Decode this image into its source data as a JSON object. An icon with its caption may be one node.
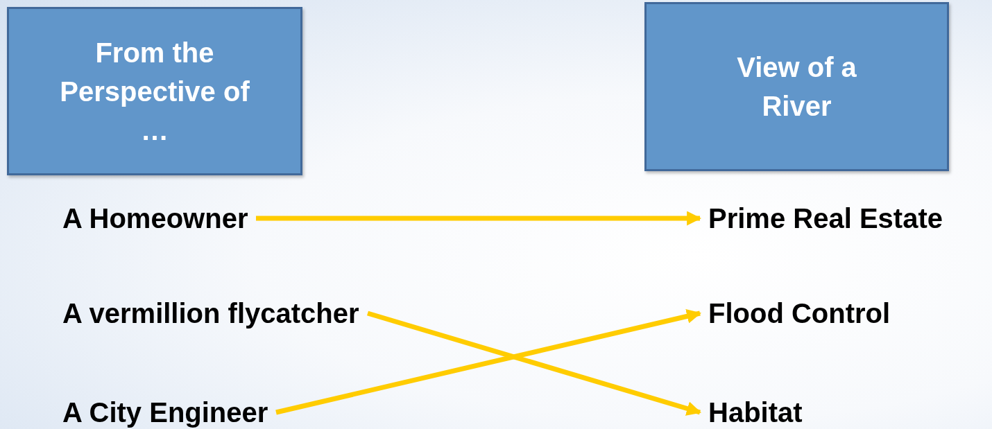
{
  "diagram": {
    "nodes": [
      {
        "text": [
          "From the Perspective of …"
        ]
      },
      {
        "text": [
          "View of a River"
        ]
      },
      {
        "text": [
          "A Homeowner"
        ]
      },
      {
        "text": [
          "A vermillion flycatcher"
        ]
      },
      {
        "text": [
          "A City Engineer"
        ]
      },
      {
        "text": [
          "Prime Real Estate"
        ]
      },
      {
        "text": [
          "Flood Control"
        ]
      },
      {
        "text": [
          "Habitat"
        ]
      }
    ],
    "edges": [
      {
        "from": 2,
        "to": 5,
        "arrow": "to"
      },
      {
        "from": 3,
        "to": 7,
        "arrow": "to"
      },
      {
        "from": 4,
        "to": 6,
        "arrow": "to"
      }
    ]
  }
}
